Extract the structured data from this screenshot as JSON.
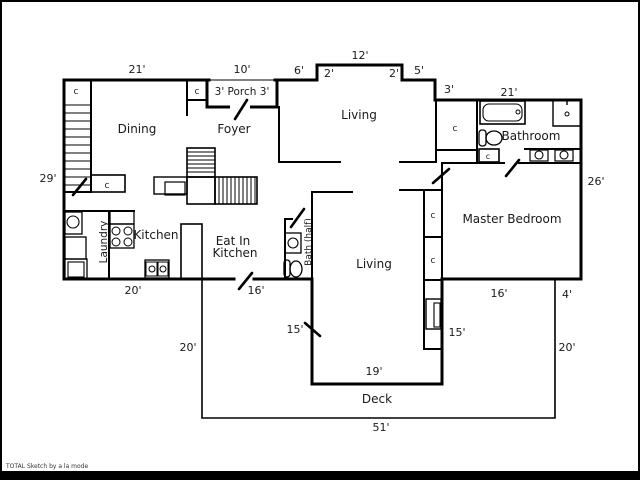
{
  "watermark": "TOTAL Sketch by a la mode",
  "colors": {
    "wall": "#000000",
    "text": "#1a1a1a",
    "background": "#ffffff"
  },
  "rooms": {
    "dining": "Dining",
    "foyer": "Foyer",
    "porch": "3' Porch 3'",
    "living_upper": "Living",
    "living_lower": "Living",
    "bathroom": "Bathroom",
    "master_bedroom": "Master Bedroom",
    "kitchen": "Kitchen",
    "eat_in_line1": "Eat In",
    "eat_in_line2": "Kitchen",
    "laundry": "Laundry",
    "bath_half": "Bath (half)",
    "deck": "Deck",
    "closet": "c"
  },
  "dims": {
    "top_21": "21'",
    "top_10": "10'",
    "top_6": "6'",
    "top_2a": "2'",
    "top_12": "12'",
    "top_2b": "2'",
    "top_5": "5'",
    "top_3": "3'",
    "top_21b": "21'",
    "left_29": "29'",
    "right_26": "26'",
    "bottom_20": "20'",
    "bottom_16": "16'",
    "master_16": "16'",
    "right_4": "4'",
    "deck_20_left": "20'",
    "deck_20_right": "20'",
    "living_15_left": "15'",
    "living_15_right": "15'",
    "living_19": "19'",
    "deck_51": "51'"
  }
}
